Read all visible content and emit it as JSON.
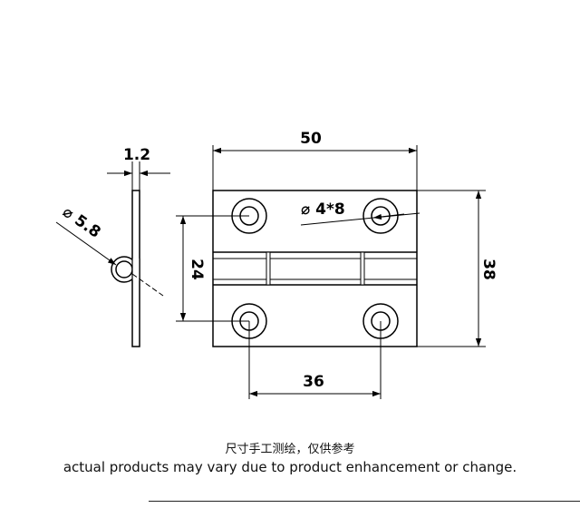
{
  "dimensions": {
    "width": "50",
    "height": "38",
    "hole_pitch_vertical": "24",
    "hole_pitch_horizontal": "36",
    "thickness": "1.2",
    "pin_diameter": "⌀ 5.8",
    "hole_spec": "⌀ 4*8"
  },
  "notes": {
    "cn": "尺寸手工测绘，仅供参考",
    "en": "actual products may vary due to product enhancement or change."
  }
}
